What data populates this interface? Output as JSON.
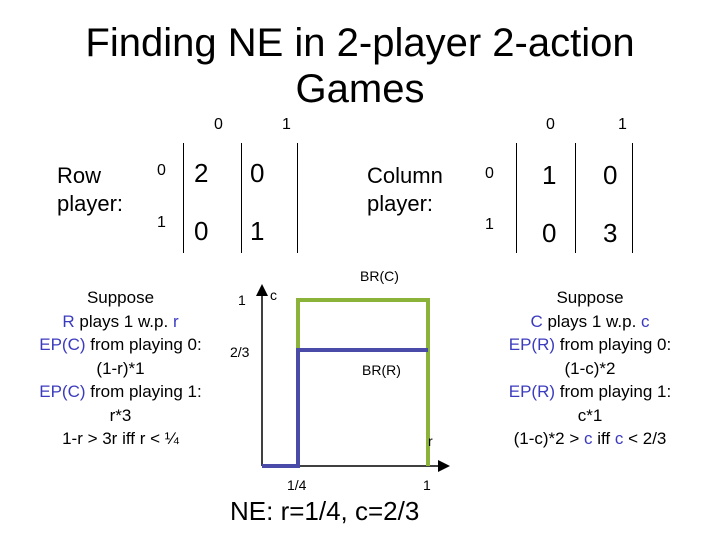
{
  "title": "Finding NE in 2-player 2-action Games",
  "row_game": {
    "label": "Row player:",
    "col_headers": [
      "0",
      "1"
    ],
    "row_headers": [
      "0",
      "1"
    ],
    "cells": [
      [
        "2",
        "0"
      ],
      [
        "0",
        "1"
      ]
    ]
  },
  "col_game": {
    "label": "Column player:",
    "col_headers": [
      "0",
      "1"
    ],
    "row_headers": [
      "0",
      "1"
    ],
    "cells": [
      [
        "1",
        "0"
      ],
      [
        "0",
        "3"
      ]
    ]
  },
  "left_text": {
    "l1": "Suppose",
    "l2_a": "R",
    "l2_b": " plays 1 w.p. ",
    "l2_c": "r",
    "l3_a": "EP(C)",
    "l3_b": " from playing 0:",
    "l4": "(1-r)*1",
    "l5_a": "EP(C)",
    "l5_b": " from playing 1:",
    "l6": "r*3",
    "l7": "1-r > 3r iff r < ¼"
  },
  "right_text": {
    "l1": "Suppose",
    "l2_a": "C",
    "l2_b": " plays 1 w.p. ",
    "l2_c": "c",
    "l3_a": "EP(R)",
    "l3_b": " from playing 0:",
    "l4": "(1-c)*2",
    "l5_a": "EP(R)",
    "l5_b": " from playing 1:",
    "l6": "c*1",
    "l7_a": "(1-c)*2 > ",
    "l7_b": "c",
    "l7_c": " iff ",
    "l7_d": "c",
    "l7_e": " < 2/3"
  },
  "plot": {
    "y_axis_label": "c",
    "x_axis_label": "r",
    "y_ticks": [
      "1",
      "2/3"
    ],
    "x_ticks": [
      "1/4",
      "1"
    ],
    "br_c_label": "BR(C)",
    "br_r_label": "BR(R)",
    "br_c_color": "#8bb33a",
    "br_r_color": "#4a4aa8"
  },
  "ne_text": "NE: r=1/4, c=2/3"
}
